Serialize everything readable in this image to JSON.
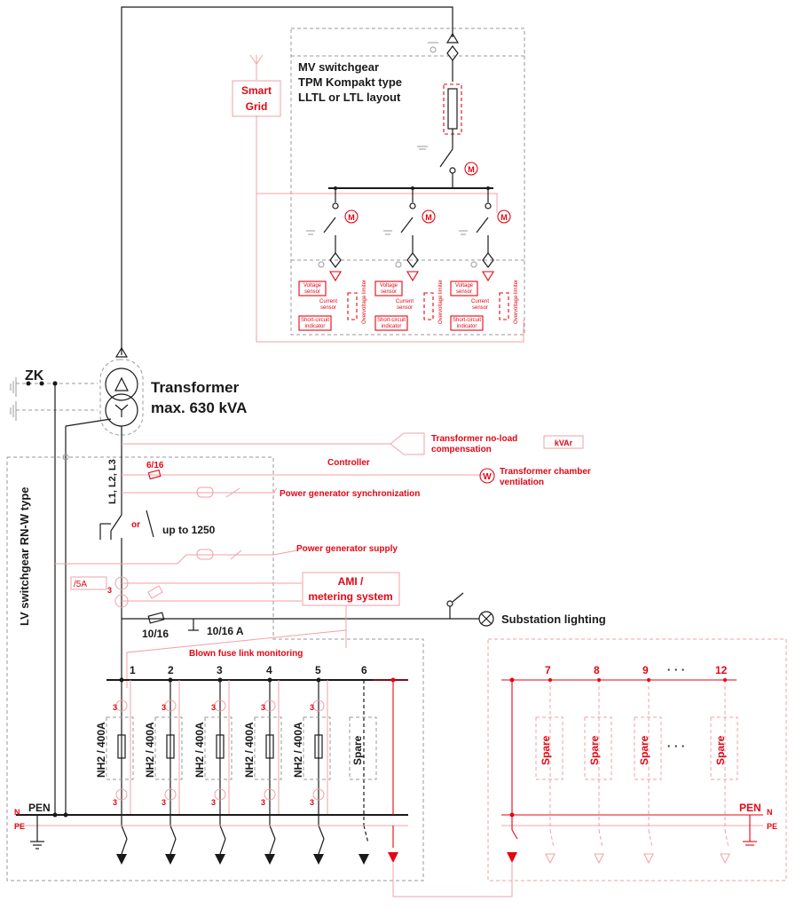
{
  "colors": {
    "black": "#1a1a1a",
    "red": "#e30613",
    "light_red": "#f2a0a6",
    "grey": "#9a9a9a"
  },
  "mv": {
    "title1": "MV switchgear",
    "title2": "TPM Kompakt type",
    "title3": "LLTL or LTL layout",
    "motor": "M"
  },
  "smart_grid": {
    "line1": "Smart",
    "line2": "Grid"
  },
  "cells": {
    "voltage1": "Voltage",
    "voltage2": "sensor",
    "current1": "Current",
    "current2": "sensor",
    "short1": "Short-circuit",
    "short2": "indicator",
    "limiter": "Overvoltage limiter"
  },
  "zk": "ZK",
  "transformer": {
    "line1": "Transformer",
    "line2": "max. 630 kVA"
  },
  "lv_title": "LV switchgear RN-W type",
  "labels": {
    "ratio_6_16": "6/16",
    "phases": "L1, L2, L3",
    "or": "or",
    "up_to": "up to 1250",
    "ratio_5a": "/5A",
    "three": "3",
    "fuse_10_16": "10/16",
    "fuse_10_16a": "10/16 A",
    "blown": "Blown fuse link monitoring",
    "controller": "Controller",
    "compensation1": "Transformer no-load",
    "compensation2": "compensation",
    "kvar": "kVAr",
    "ventilation1": "Transformer chamber",
    "ventilation2": "ventilation",
    "w": "W",
    "gen_sync": "Power generator synchronization",
    "gen_supply": "Power generator supply",
    "ami1": "AMI /",
    "ami2": "metering system",
    "lighting": "Substation lighting"
  },
  "outgoing": {
    "numbers": [
      "1",
      "2",
      "3",
      "4",
      "5",
      "6"
    ],
    "fuse": "NH2 / 400A",
    "spare": "Spare"
  },
  "extension": {
    "numbers": [
      "7",
      "8",
      "9",
      "12"
    ],
    "dots": "· · ·",
    "spare": "Spare"
  },
  "earth": {
    "pen": "PEN",
    "n": "N",
    "pe": "PE"
  }
}
